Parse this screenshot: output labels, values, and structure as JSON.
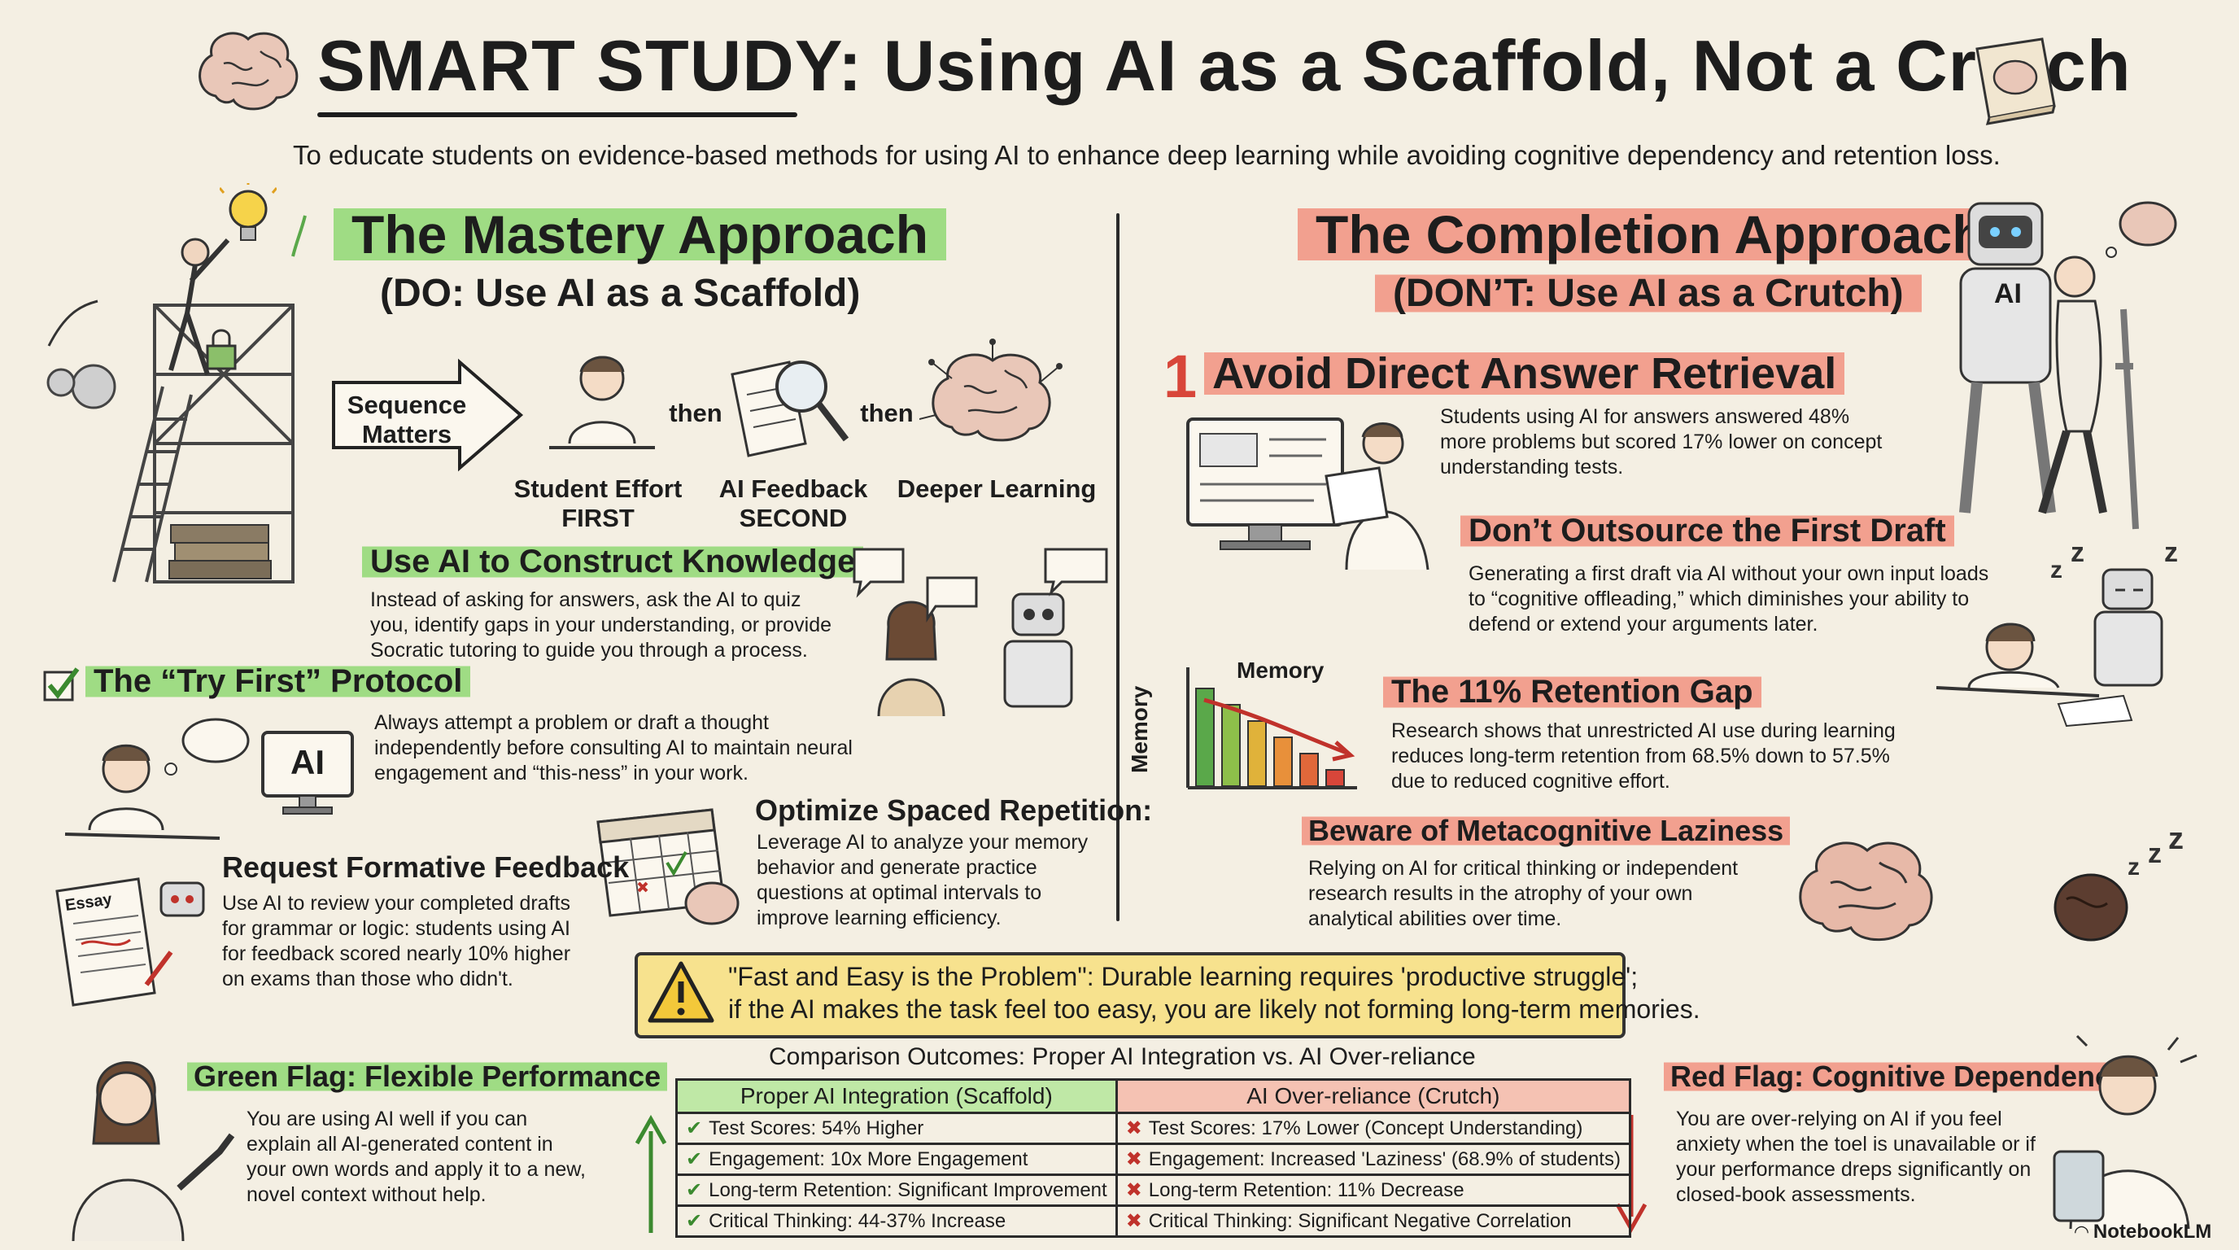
{
  "header": {
    "title": "SMART STUDY: Using AI as a Scaffold, Not a Crutch",
    "subtitle": "To educate students on evidence-based methods for using AI to enhance deep learning while avoiding cognitive dependency and retention loss."
  },
  "left": {
    "title": "The Mastery Approach",
    "subtitle": "(DO: Use AI as a Scaffold)",
    "sequence": {
      "arrow_label": "Sequence Matters",
      "then1": "then",
      "then2": "then",
      "step1_line1": "Student Effort",
      "step1_line2": "FIRST",
      "step2_line1": "AI Feedback",
      "step2_line2": "SECOND",
      "step3": "Deeper Learning"
    },
    "construct": {
      "title": "Use AI to Construct Knowledge",
      "body": "Instead of asking for answers, ask the AI to quiz you, identify gaps in your understanding, or provide Socratic tutoring to guide you through a process."
    },
    "try_first": {
      "title": "The “Try First” Protocol",
      "screen_label": "AI",
      "body": "Always attempt a problem or draft a thought independently before consulting AI to maintain neural engagement and “this-ness” in your work."
    },
    "spaced": {
      "title": "Optimize Spaced Repetition:",
      "body": "Leverage AI to analyze your memory behavior and generate practice questions at optimal intervals to improve learning efficiency."
    },
    "feedback": {
      "title": "Request Formative Feedback",
      "essay_label": "Essay",
      "body": "Use AI to review your completed drafts for grammar or logic: students using AI for feedback scored nearly 10% higher on exams than those who didn't."
    },
    "green_flag": {
      "title": "Green Flag: Flexible Performance",
      "body": "You are using AI well if you can explain all AI-generated content in your own words and apply it to a new, novel context without help."
    }
  },
  "right": {
    "title": "The Completion Approach",
    "subtitle": "(DON’T: Use AI as a Crutch)",
    "robot_label": "AI",
    "avoid": {
      "number": "1",
      "title": "Avoid Direct Answer Retrieval",
      "body": "Students using AI for answers answered 48% more problems but scored 17% lower on concept understanding tests."
    },
    "draft": {
      "title": "Don’t Outsource the First Draft",
      "body": "Generating a first draft via AI without your own input loads to “cognitive offleading,” which diminishes your ability to defend or extend your arguments later."
    },
    "retention": {
      "title": "The 11% Retention Gap",
      "chart_title": "Memory",
      "chart_ylabel": "Memory",
      "body": "Research shows that unrestricted AI use during learning reduces long-term retention from 68.5% down to 57.5% due to reduced cognitive effort."
    },
    "laziness": {
      "title": "Beware of Metacognitive Laziness",
      "body": "Relying on AI for critical thinking or independent research results in the atrophy of your own analytical abilities over time."
    },
    "red_flag": {
      "title": "Red Flag: Cognitive Dependency",
      "body": "You are over-relying on AI if you feel anxiety when the toel is unavailable or if your performance dreps significantly on closed-book assessments."
    }
  },
  "warning": {
    "line1": "\"Fast and Easy is the Problem\": Durable learning requires 'productive struggle';",
    "line2": "if the AI makes the task feel too easy, you are likely not forming long-term memories."
  },
  "comparison": {
    "title": "Comparison Outcomes: Proper AI Integration vs. AI Over-reliance",
    "headers": [
      "Proper AI Integration (Scaffold)",
      "AI Over-reliance (Crutch)"
    ],
    "rows": [
      [
        "Test Scores: 54% Higher",
        "Test Scores: 17% Lower (Concept Understanding)"
      ],
      [
        "Engagement: 10x More Engagement",
        "Engagement: Increased 'Laziness' (68.9% of students)"
      ],
      [
        "Long-term Retention: Significant Improvement",
        "Long-term Retention: 11% Decrease"
      ],
      [
        "Critical Thinking: 44-37% Increase",
        "Critical Thinking: Significant Negative Correlation"
      ]
    ]
  },
  "watermark": "NotebookLM",
  "chart_data": {
    "type": "bar",
    "title": "Memory",
    "ylabel": "Memory",
    "xlabel": "",
    "values": [
      6,
      5,
      4,
      3,
      2,
      1
    ],
    "colors": [
      "#5aa84a",
      "#8dbf4a",
      "#e0b23a",
      "#e8903a",
      "#e0683a",
      "#d8463a"
    ],
    "trend": "decreasing"
  }
}
